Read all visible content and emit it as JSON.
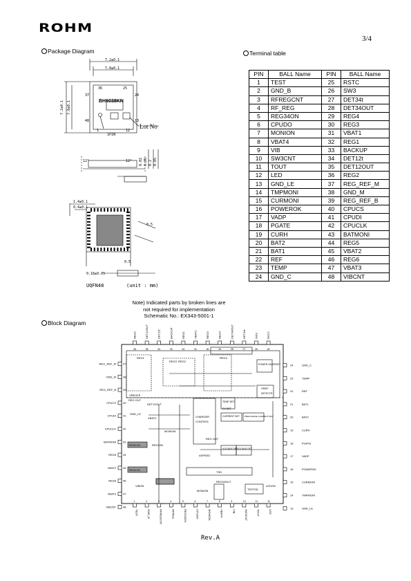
{
  "header": {
    "logo": "ROHM",
    "page": "3/4"
  },
  "package": {
    "heading": "Package Diagram",
    "dim_total": "7.2±0.1",
    "dim_body": "7.0±0.1",
    "part": "BH6038KN",
    "pin36": "36",
    "pin25": "25",
    "pin37": "37",
    "pin24": "24",
    "pin48": "48",
    "pin13": "13",
    "pin1": "1",
    "pin12": "12",
    "index_label": "1PIN",
    "lot_label": "Lot No",
    "side_h1": "0.02",
    "side_h2": "0.85",
    "side_h3": "0.2",
    "side_h4": "0.05",
    "angle": "12°",
    "pad_dim1": "1.4±0.1",
    "pad_dim2": "0.4±0.1",
    "pitch": "0.5",
    "pkg_name": "UQFN48",
    "unit": "(unit : mm)",
    "bottom_dim": "0.18±0.05"
  },
  "terminal": {
    "heading": "Terminal table",
    "col_pin": "PIN",
    "col_name": "BALL Name",
    "rows": [
      {
        "p1": "1",
        "n1": "TEST",
        "p2": "25",
        "n2": "RSTC"
      },
      {
        "p1": "2",
        "n1": "GND_B",
        "p2": "26",
        "n2": "SW3"
      },
      {
        "p1": "3",
        "n1": "RFREGCNT",
        "p2": "27",
        "n2": "DET34t"
      },
      {
        "p1": "4",
        "n1": "RF_REG",
        "p2": "28",
        "n2": "DET34OUT"
      },
      {
        "p1": "5",
        "n1": "REG34ON",
        "p2": "29",
        "n2": "REG4"
      },
      {
        "p1": "6",
        "n1": "CPUDO",
        "p2": "30",
        "n2": "REG3"
      },
      {
        "p1": "7",
        "n1": "MONION",
        "p2": "31",
        "n2": "VBAT1"
      },
      {
        "p1": "8",
        "n1": "VBAT4",
        "p2": "32",
        "n2": "REG1"
      },
      {
        "p1": "9",
        "n1": "VIB",
        "p2": "33",
        "n2": "BACKUP"
      },
      {
        "p1": "10",
        "n1": "SW3CNT",
        "p2": "34",
        "n2": "DET12t"
      },
      {
        "p1": "11",
        "n1": "TOUT",
        "p2": "35",
        "n2": "DET12OUT"
      },
      {
        "p1": "12",
        "n1": "LED",
        "p2": "36",
        "n2": "REG2"
      },
      {
        "p1": "13",
        "n1": "GND_LE",
        "p2": "37",
        "n2": "REG_REF_M"
      },
      {
        "p1": "14",
        "n1": "TMPMONI",
        "p2": "38",
        "n2": "GND_M"
      },
      {
        "p1": "15",
        "n1": "CURMONI",
        "p2": "39",
        "n2": "REG_REF_B"
      },
      {
        "p1": "16",
        "n1": "POWEROK",
        "p2": "40",
        "n2": "CPUCS"
      },
      {
        "p1": "17",
        "n1": "VADP",
        "p2": "41",
        "n2": "CPUDI"
      },
      {
        "p1": "18",
        "n1": "PGATE",
        "p2": "42",
        "n2": "CPUCLK"
      },
      {
        "p1": "19",
        "n1": "CURH",
        "p2": "43",
        "n2": "BATMONI"
      },
      {
        "p1": "20",
        "n1": "BAT2",
        "p2": "44",
        "n2": "REG5"
      },
      {
        "p1": "21",
        "n1": "BAT1",
        "p2": "45",
        "n2": "VBAT2"
      },
      {
        "p1": "22",
        "n1": "REF",
        "p2": "46",
        "n2": "REG6"
      },
      {
        "p1": "23",
        "n1": "TEMP",
        "p2": "47",
        "n2": "VBAT3"
      },
      {
        "p1": "24",
        "n1": "GND_C",
        "p2": "48",
        "n2": "VIBCNT"
      }
    ]
  },
  "note": {
    "line1": "Note) Indicated parts by broken lines are",
    "line2": "not required for implementation",
    "line3": "Schematic No.: EX343-5001-1"
  },
  "block": {
    "heading": "Block Diagram",
    "left_pins": [
      {
        "name": "REG_REF_M",
        "num": "37"
      },
      {
        "name": "GND_M",
        "num": "38"
      },
      {
        "name": "REG_REF_B",
        "num": "39"
      },
      {
        "name": "CPUCS",
        "num": "40"
      },
      {
        "name": "CPUDI",
        "num": "41"
      },
      {
        "name": "CPUCLK",
        "num": "42"
      },
      {
        "name": "BATMONI",
        "num": "43"
      },
      {
        "name": "REG5",
        "num": "44"
      },
      {
        "name": "VBAT2",
        "num": "45"
      },
      {
        "name": "REG6",
        "num": "46"
      },
      {
        "name": "VBAT3",
        "num": "47"
      },
      {
        "name": "VIBCNT",
        "num": "48"
      }
    ],
    "right_pins": [
      {
        "name": "GND_C",
        "num": "24"
      },
      {
        "name": "TEMP",
        "num": "23"
      },
      {
        "name": "REF",
        "num": "22"
      },
      {
        "name": "BAT1",
        "num": "21"
      },
      {
        "name": "BAT2",
        "num": "20"
      },
      {
        "name": "CURH",
        "num": "19"
      },
      {
        "name": "PGATE",
        "num": "18"
      },
      {
        "name": "VADP",
        "num": "17"
      },
      {
        "name": "POWEROK",
        "num": "16"
      },
      {
        "name": "CURMONI",
        "num": "15"
      },
      {
        "name": "TMPMONI",
        "num": "14"
      },
      {
        "name": "GND_LE",
        "num": "13"
      }
    ],
    "top_pins": [
      {
        "name": "REG2",
        "num": "36"
      },
      {
        "name": "DET12OUT",
        "num": "35"
      },
      {
        "name": "DET12t",
        "num": "34"
      },
      {
        "name": "BACKUP",
        "num": "33"
      },
      {
        "name": "REG1",
        "num": "32"
      },
      {
        "name": "VBAT1",
        "num": "31"
      },
      {
        "name": "REG3",
        "num": "30"
      },
      {
        "name": "REG4",
        "num": "29"
      },
      {
        "name": "DET34OUT",
        "num": "28"
      },
      {
        "name": "DET34t",
        "num": "27"
      },
      {
        "name": "SW3",
        "num": "26"
      },
      {
        "name": "RSTC",
        "num": "25"
      }
    ],
    "bottom_pins": [
      {
        "name": "TEST",
        "num": "1"
      },
      {
        "name": "GND_B",
        "num": "2"
      },
      {
        "name": "RFREGCNT",
        "num": "3"
      },
      {
        "name": "RFREG",
        "num": "4"
      },
      {
        "name": "REG34ON",
        "num": "5"
      },
      {
        "name": "CPUDO",
        "num": "6"
      },
      {
        "name": "MONION",
        "num": "7"
      },
      {
        "name": "VBAT4",
        "num": "8"
      },
      {
        "name": "VIB",
        "num": "9"
      },
      {
        "name": "SW3CNT",
        "num": "10"
      },
      {
        "name": "TOUT",
        "num": "11"
      },
      {
        "name": "LED",
        "num": "12"
      }
    ],
    "labels": {
      "reg1": "REG1",
      "reg2": "REG2",
      "reg3": "REG3",
      "reg4": "REG4",
      "power_reset": "POWER ON RESET",
      "vref": "VREF",
      "detectr": "DETECTR",
      "charger": "CHARGER",
      "control": "CONTROL",
      "temp_det": "TEMP DET",
      "current_det": "CURRENT DET",
      "precharge": "PRECHARGE CURRENT DET",
      "cv_det": "CV DET",
      "voltage_det": "VOLTAGE DET",
      "voltage_det2": "VOLTAGE DET",
      "aspeed": "ASPEED",
      "vregfe": "VREGFE",
      "regout": "REG OUT",
      "det12out": "DET12OUT",
      "gnd_le": "GND_LE",
      "vbat2": "VBAT2",
      "monion": "MONION",
      "reg20n": "REG20N",
      "regout2": "REG OUT",
      "tsd": "TSD",
      "testsd": "TESTSD",
      "ledon": "LEDON",
      "vibon": "VIBON",
      "reg34out": "REG34OUT",
      "monion2": "MONION",
      "block_a": "REG5 ON",
      "block_b": "REG6 ON"
    }
  },
  "footer": "Rev.A"
}
